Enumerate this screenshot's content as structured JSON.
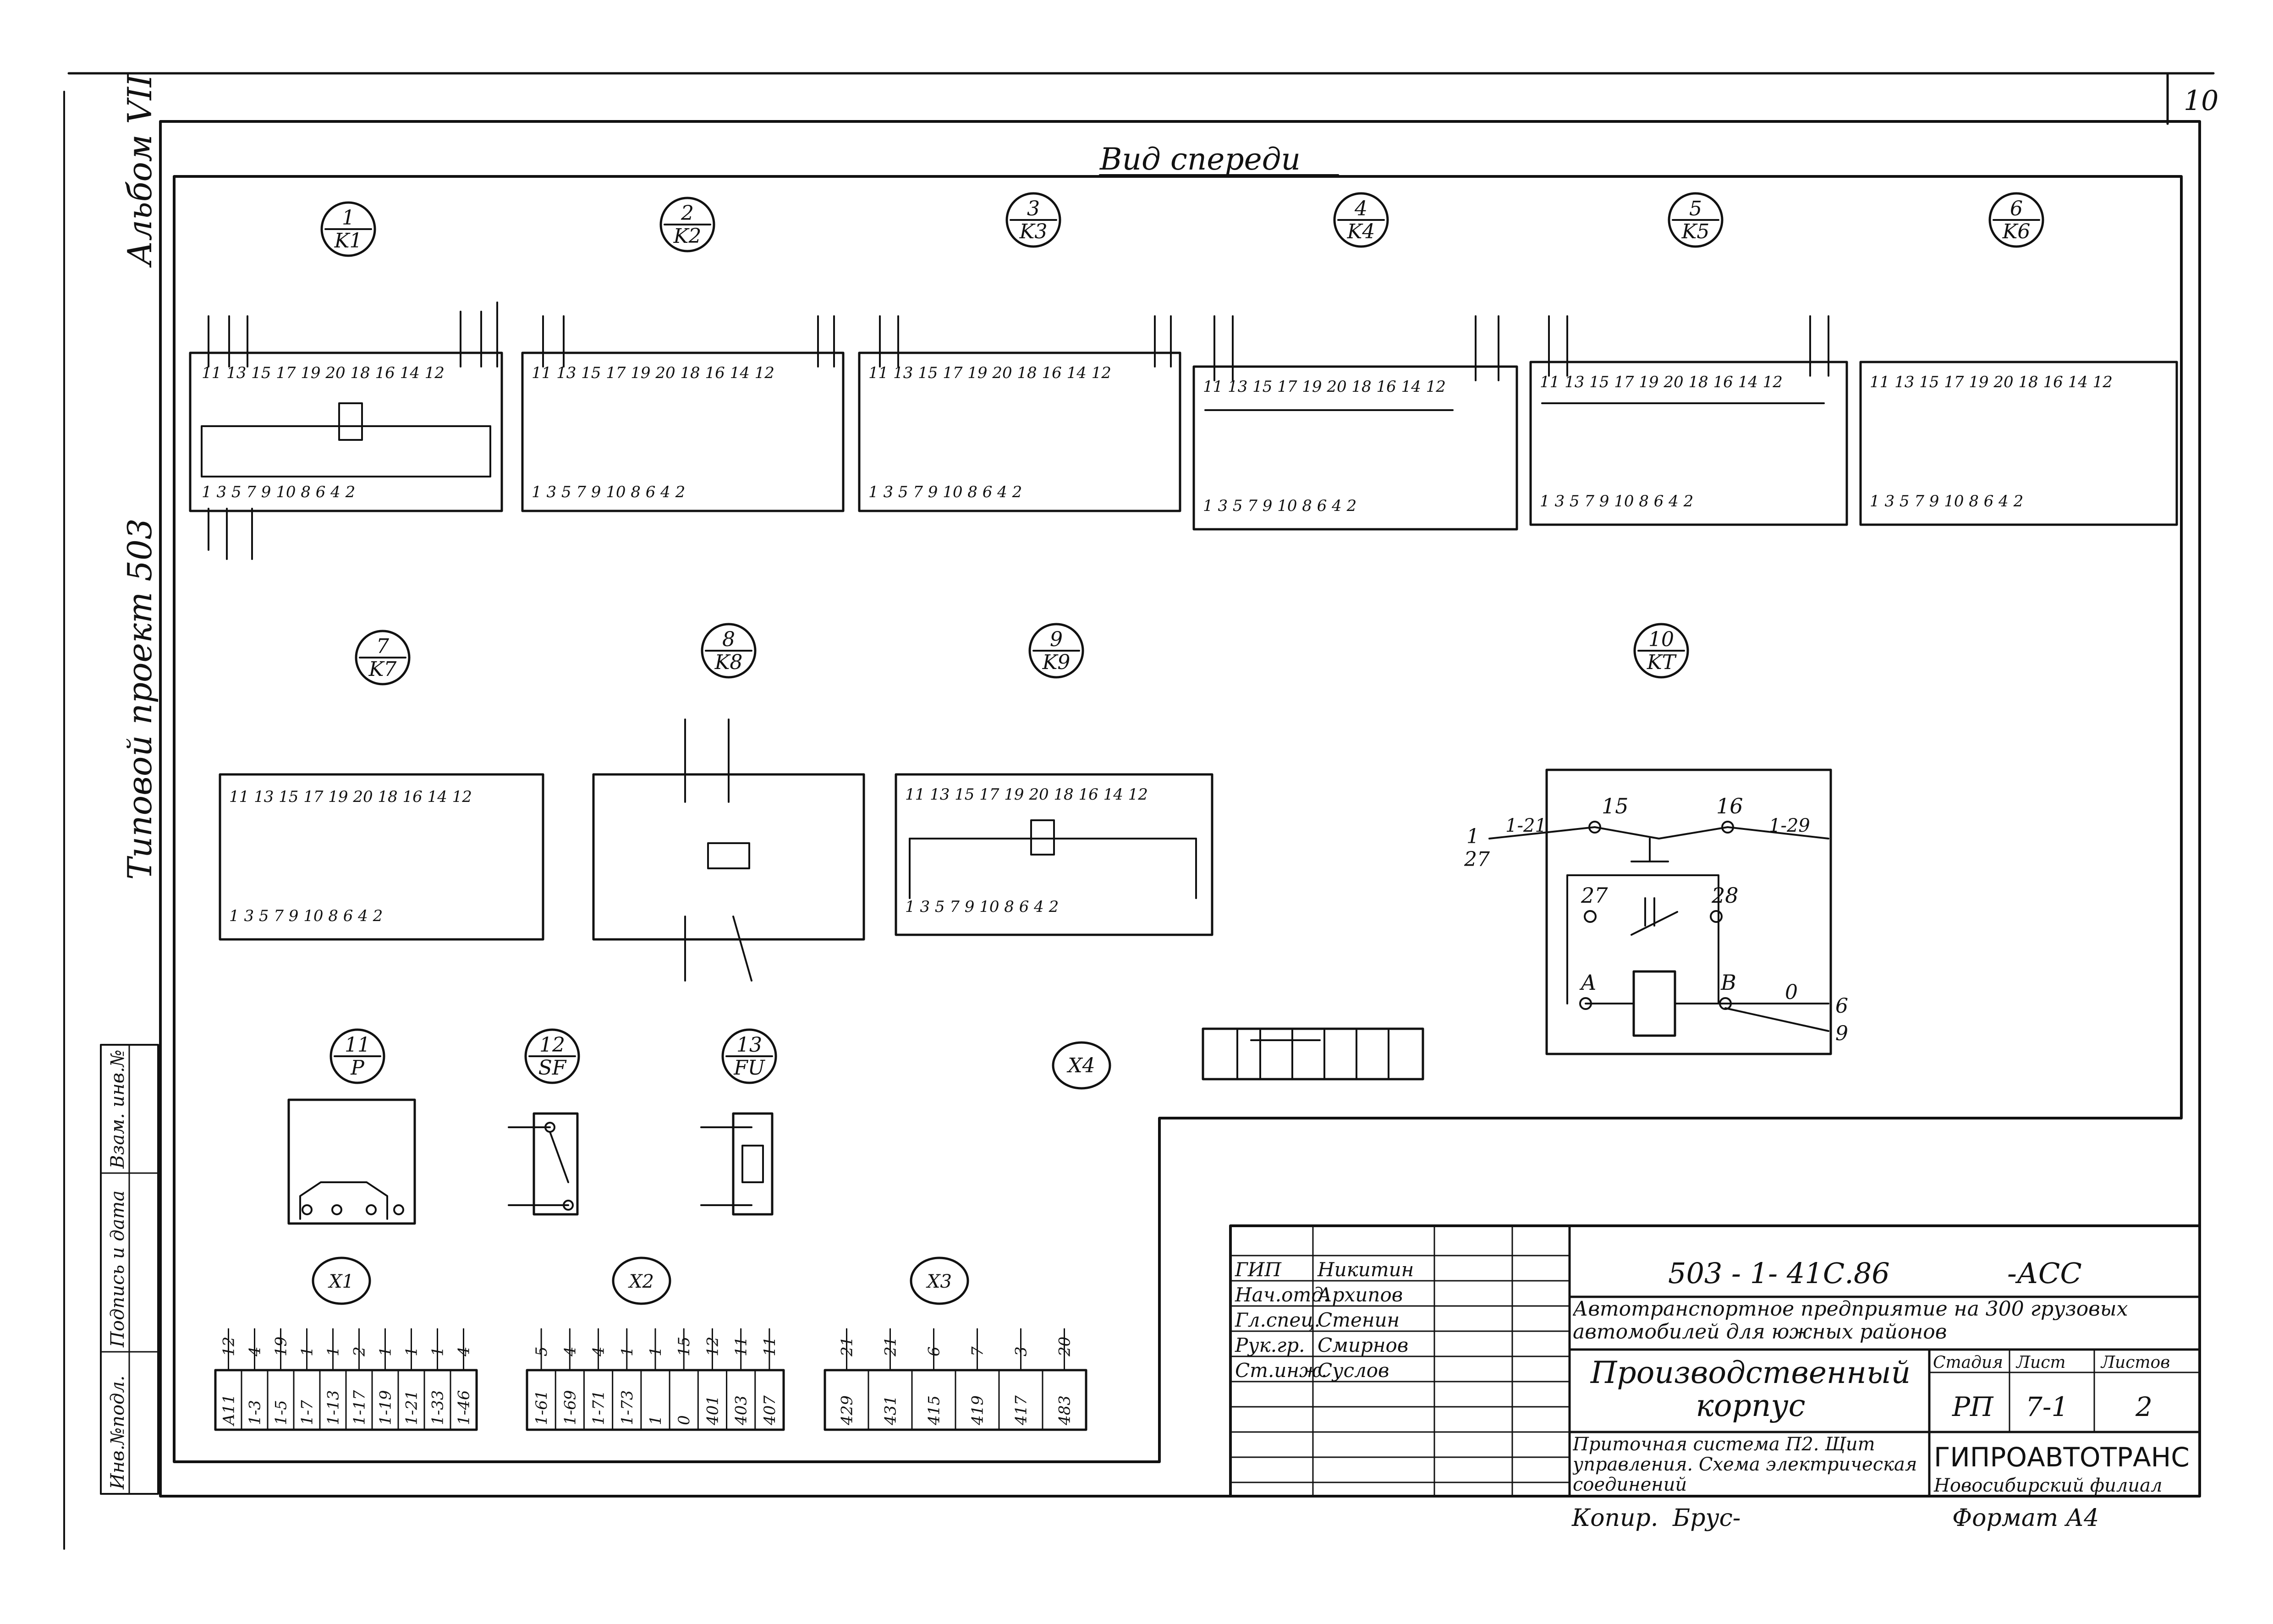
{
  "page_number": "10",
  "side": {
    "album": "Альбом VII",
    "project": "Типовой проект 503"
  },
  "margin_stamp": [
    "Инв.№подл.",
    "Подпись и дата",
    "Взам. инв.№"
  ],
  "view_title": "Вид спереди",
  "relays_top": [
    {
      "num": "1",
      "code": "K1"
    },
    {
      "num": "2",
      "code": "K2"
    },
    {
      "num": "3",
      "code": "K3"
    },
    {
      "num": "4",
      "code": "K4"
    },
    {
      "num": "5",
      "code": "K5"
    },
    {
      "num": "6",
      "code": "K6"
    }
  ],
  "relays_mid": [
    {
      "num": "7",
      "code": "K7"
    },
    {
      "num": "8",
      "code": "K8"
    },
    {
      "num": "9",
      "code": "K9"
    },
    {
      "num": "10",
      "code": "KT"
    }
  ],
  "devices_bottom": [
    {
      "num": "11",
      "code": "P"
    },
    {
      "num": "12",
      "code": "SF"
    },
    {
      "num": "13",
      "code": "FU"
    },
    {
      "num": "",
      "code": "X4"
    }
  ],
  "terminal_blocks": [
    {
      "code": "X1",
      "terminals": [
        "A11",
        "1-3",
        "1-5",
        "1-7",
        "1-13",
        "1-17",
        "1-19",
        "1-21",
        "1-33",
        "1-46"
      ],
      "wires": [
        "12",
        "4",
        "19",
        "1",
        "1",
        "2",
        "1",
        "1",
        "1",
        "4"
      ]
    },
    {
      "code": "X2",
      "terminals": [
        "1-61",
        "1-69",
        "1-71",
        "1-73",
        "1",
        "0",
        "401",
        "403",
        "407"
      ],
      "wires": [
        "5",
        "4",
        "4",
        "1",
        "1",
        "15",
        "12",
        "11",
        "11"
      ]
    },
    {
      "code": "X3",
      "terminals": [
        "429",
        "431",
        "415",
        "419",
        "417",
        "483"
      ],
      "wires": [
        "21",
        "21",
        "6",
        "7",
        "3",
        "20"
      ]
    }
  ],
  "top_contacts": "11 13 15 17 19 20 18 16 14 12",
  "bottom_contacts": "1 3 5 7 9 10 8 6 4 2",
  "kt_labels": {
    "c15": "15",
    "c16": "16",
    "c27": "27",
    "c28": "28",
    "a": "A",
    "b": "B",
    "w_left": "1-21",
    "w_right": "1-29",
    "n1": "1",
    "n27": "27",
    "n0": "0",
    "n6": "6",
    "n9": "9"
  },
  "title_block": {
    "doc_code": "503 - 1- 41С.86",
    "doc_suffix": "-АСС",
    "object": "Автотранспортное предприятие на 300 грузовых автомобилей для южных районов",
    "building": "Производственный корпус",
    "sheet_title": "Приточная система П2. Щит управления. Схема электрическая соединений",
    "org": "ГИПРОАВТОТРАНС",
    "branch": "Новосибирский филиал",
    "stage_label": "Стадия",
    "sheet_label": "Лист",
    "sheets_label": "Листов",
    "stage": "РП",
    "sheet": "7-1",
    "sheets": "2",
    "roles": [
      {
        "role": "ГИП",
        "name": "Никитин"
      },
      {
        "role": "Нач.отд.",
        "name": "Архипов"
      },
      {
        "role": "Гл.спец.",
        "name": "Стенин"
      },
      {
        "role": "Рук.гр.",
        "name": "Смирнов"
      },
      {
        "role": "Ст.инж.",
        "name": "Суслов"
      }
    ],
    "copied": "Копир.",
    "copier": "Брус-",
    "format": "Формат А4"
  },
  "colors": {
    "ink": "#111111",
    "paper": "#ffffff"
  }
}
